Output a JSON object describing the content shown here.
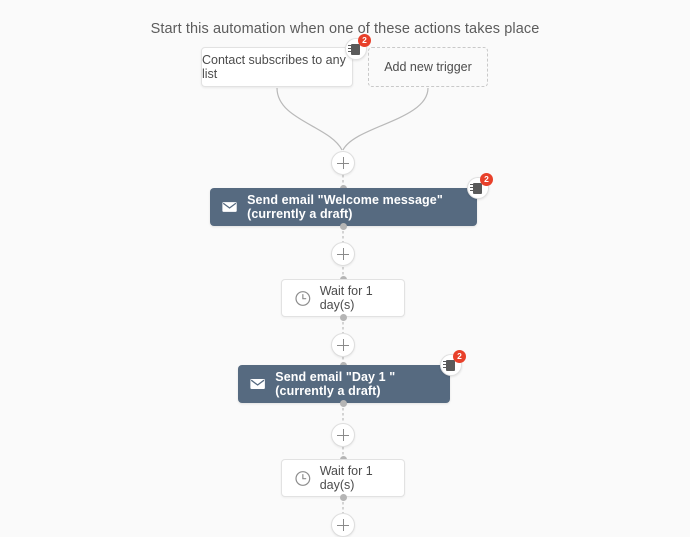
{
  "header": {
    "title": "Start this automation when one of these actions takes place"
  },
  "triggers": [
    {
      "label": "Contact subscribes to any list",
      "style": "solid",
      "badge": {
        "icon": "report-icon",
        "count": "2"
      }
    },
    {
      "label": "Add new trigger",
      "style": "dashed"
    }
  ],
  "steps": [
    {
      "type": "email",
      "icon": "envelope-icon",
      "label": "Send email \"Welcome message\" (currently a draft)",
      "badge": {
        "icon": "report-icon",
        "count": "2"
      }
    },
    {
      "type": "wait",
      "icon": "clock-icon",
      "label": "Wait for 1 day(s)"
    },
    {
      "type": "email",
      "icon": "envelope-icon",
      "label": "Send email \"Day 1 \" (currently a draft)",
      "badge": {
        "icon": "report-icon",
        "count": "2"
      }
    },
    {
      "type": "wait",
      "icon": "clock-icon",
      "label": "Wait for 1 day(s)"
    }
  ],
  "add_buttons": [
    {
      "name": "add-step-button-1"
    },
    {
      "name": "add-step-button-2"
    },
    {
      "name": "add-step-button-3"
    },
    {
      "name": "add-step-button-4"
    },
    {
      "name": "add-step-button-5"
    }
  ],
  "colors": {
    "page_background": "#fafafa",
    "action_bar": "#566a80",
    "badge_count": "#e8402a",
    "connector_line": "#b9b9b9",
    "card_border": "#e2e2e2",
    "text": "#4c4c4c"
  }
}
